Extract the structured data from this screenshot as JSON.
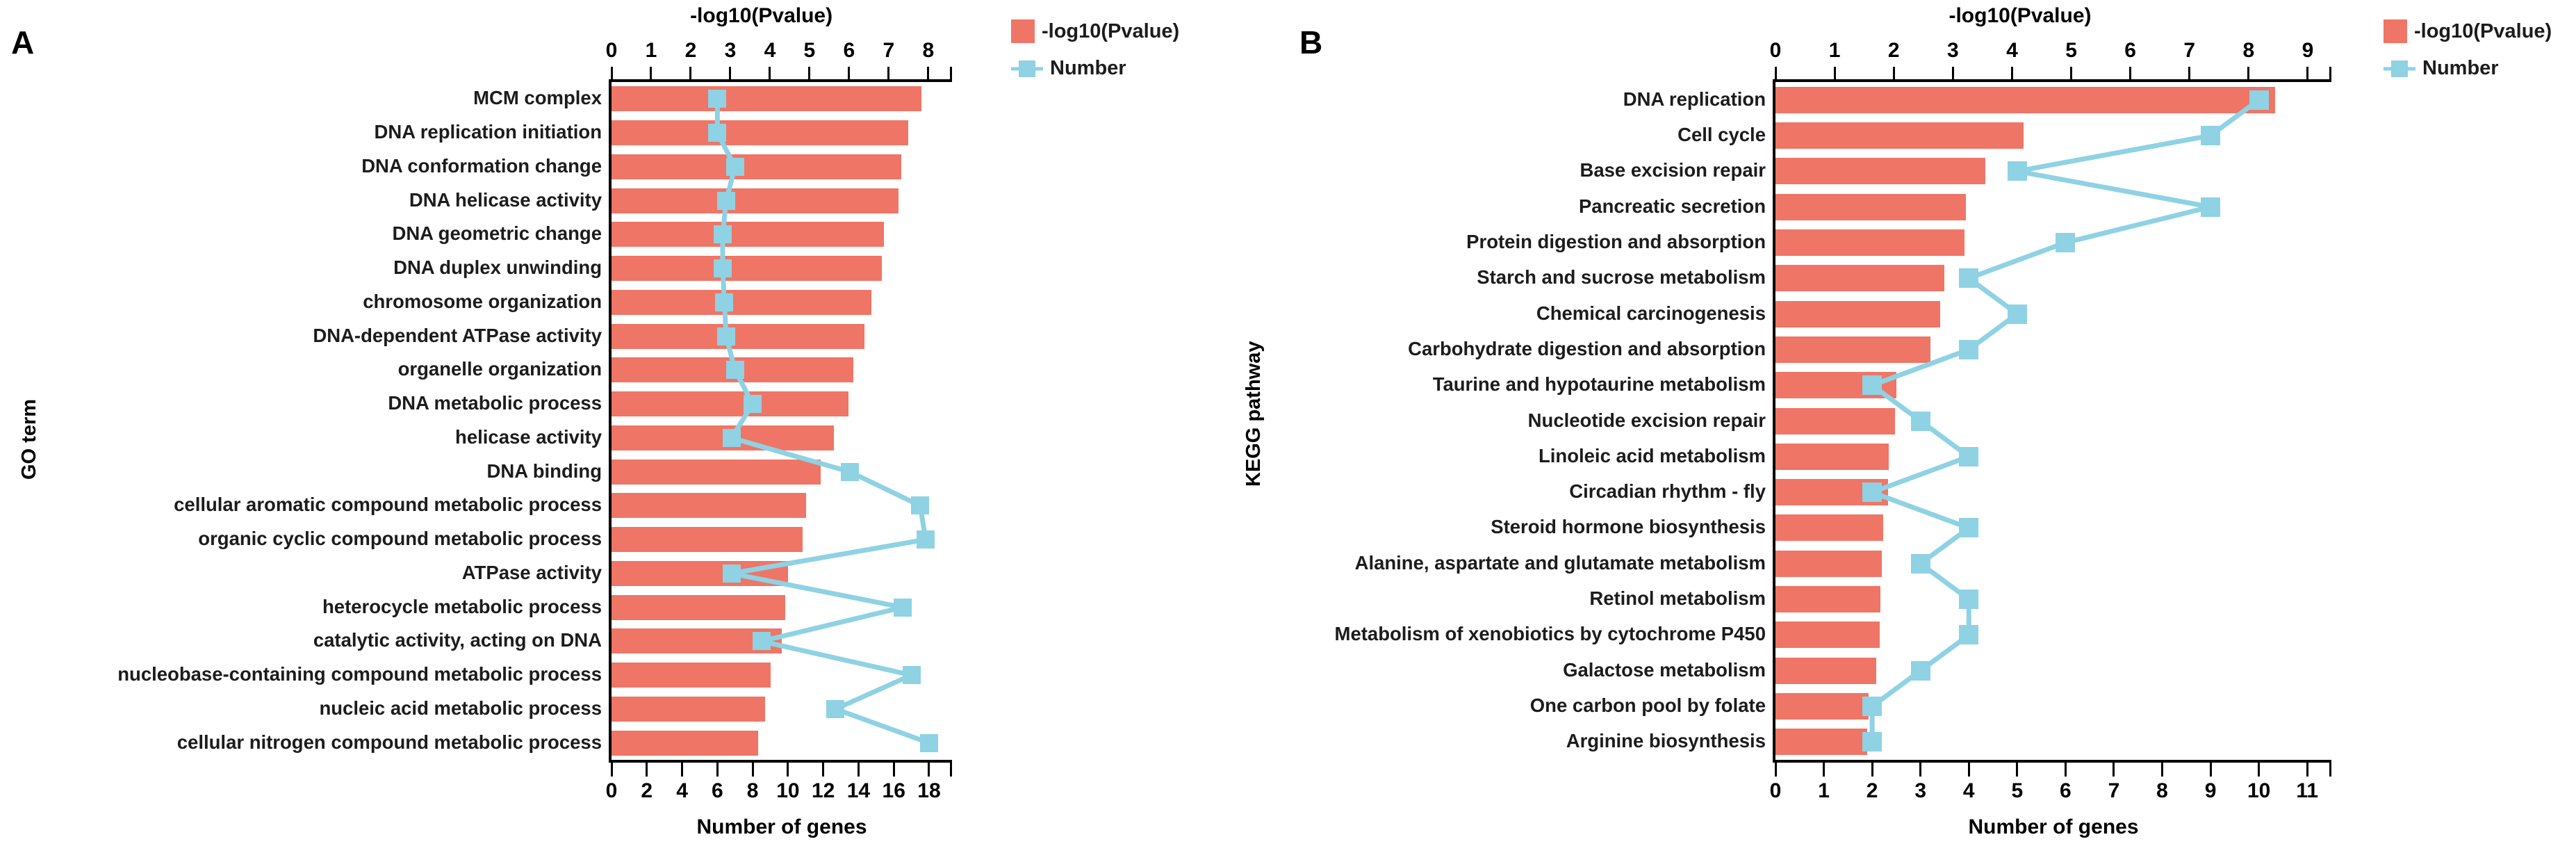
{
  "figure": {
    "panel_a_letter": "A",
    "panel_b_letter": "B",
    "legend": {
      "bar_label": "-log10(Pvalue)",
      "line_label": "Number"
    },
    "colors": {
      "bar": "#ef7566",
      "line": "#8ed2e3",
      "axis": "#000000",
      "text": "#1c1c1c"
    }
  },
  "chart_data": [
    {
      "type": "bar",
      "id": "panel-a",
      "title": "",
      "panel_label": "A",
      "ylabel": "GO term",
      "xlabel": "Number of genes",
      "xlabel_top": "-log10(Pvalue)",
      "orientation": "horizontal",
      "grid": false,
      "legend_position": "top-right",
      "top_axis": {
        "label": "-log10(Pvalue)",
        "ticks": [
          0,
          1,
          2,
          3,
          4,
          5,
          6,
          7,
          8
        ],
        "range": [
          0,
          8.6
        ]
      },
      "bottom_axis": {
        "label": "Number of genes",
        "ticks": [
          0,
          2,
          4,
          6,
          8,
          10,
          12,
          14,
          16,
          18
        ],
        "tick_labels": [
          "0",
          "2",
          "4",
          "6",
          "8",
          "10",
          "12",
          "14",
          "16",
          "18"
        ],
        "range": [
          0,
          19.3
        ]
      },
      "categories": [
        "MCM complex",
        "DNA replication initiation",
        "DNA conformation change",
        "DNA helicase activity",
        "DNA geometric change",
        "DNA duplex unwinding",
        "chromosome organization",
        "DNA-dependent ATPase activity",
        "organelle organization",
        "DNA metabolic process",
        "helicase activity",
        "DNA binding",
        "cellular aromatic compound metabolic process",
        "organic cyclic compound metabolic process",
        "ATPase activity",
        "heterocycle metabolic process",
        "catalytic activity, acting on DNA",
        "nucleobase-containing compound metabolic process",
        "nucleic acid metabolic process",
        "cellular nitrogen compound metabolic process"
      ],
      "series": [
        {
          "name": "-log10(Pvalue)",
          "type": "bar",
          "values": [
            7.82,
            7.5,
            7.32,
            7.24,
            6.88,
            6.82,
            6.56,
            6.38,
            6.1,
            5.98,
            5.62,
            5.28,
            4.92,
            4.82,
            4.46,
            4.38,
            4.3,
            4.02,
            3.88,
            3.7
          ]
        },
        {
          "name": "Number",
          "type": "line",
          "values": [
            6,
            6,
            7,
            6.5,
            6.3,
            6.3,
            6.4,
            6.5,
            7,
            8,
            6.8,
            13.5,
            17.5,
            17.8,
            6.8,
            16.5,
            8.5,
            17,
            12.7,
            18
          ]
        }
      ]
    },
    {
      "type": "bar",
      "id": "panel-b",
      "title": "",
      "panel_label": "B",
      "ylabel": "KEGG pathway",
      "xlabel": "Number of genes",
      "xlabel_top": "-log10(Pvalue)",
      "orientation": "horizontal",
      "grid": false,
      "legend_position": "top-right",
      "top_axis": {
        "label": "-log10(Pvalue)",
        "ticks": [
          0,
          1,
          2,
          3,
          4,
          5,
          6,
          7,
          8,
          9
        ],
        "range": [
          0,
          9.4
        ]
      },
      "bottom_axis": {
        "label": "Number of genes",
        "ticks": [
          0,
          1,
          2,
          3,
          4,
          5,
          6,
          7,
          8,
          9,
          10,
          11
        ],
        "tick_labels": [
          "0",
          "1",
          "2",
          "3",
          "4",
          "5",
          "6",
          "7",
          "8",
          "9",
          "10",
          "11"
        ],
        "range": [
          0,
          11.5
        ]
      },
      "categories": [
        "DNA replication",
        "Cell cycle",
        "Base excision repair",
        "Pancreatic secretion",
        "Protein digestion and absorption",
        "Starch and sucrose metabolism",
        "Chemical carcinogenesis",
        "Carbohydrate digestion and absorption",
        "Taurine and hypotaurine metabolism",
        "Nucleotide excision repair",
        "Linoleic acid metabolism",
        "Circadian rhythm - fly",
        "Steroid hormone biosynthesis",
        "Alanine, aspartate and glutamate metabolism",
        "Retinol metabolism",
        "Metabolism of xenobiotics by cytochrome P450",
        "Galactose metabolism",
        "One carbon pool by folate",
        "Arginine biosynthesis"
      ],
      "series": [
        {
          "name": "-log10(Pvalue)",
          "type": "bar",
          "values": [
            8.45,
            4.2,
            3.55,
            3.22,
            3.2,
            2.85,
            2.78,
            2.62,
            2.05,
            2.02,
            1.92,
            1.9,
            1.82,
            1.8,
            1.78,
            1.76,
            1.7,
            1.58,
            1.55
          ]
        },
        {
          "name": "Number",
          "type": "line",
          "values": [
            10,
            9,
            5,
            9,
            6,
            4,
            5,
            4,
            2,
            3,
            4,
            2,
            4,
            3,
            4,
            4,
            3,
            2,
            2
          ]
        }
      ]
    }
  ]
}
